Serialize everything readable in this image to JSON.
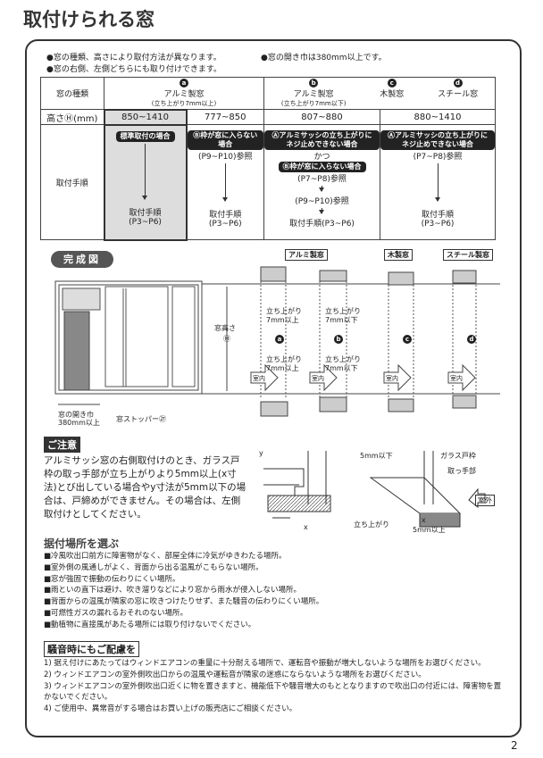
{
  "title": "取付けられる窓",
  "notes": [
    "●窓の種類、高さにより取付方法が異なります。",
    "●窓の右側、左側どちらにも取り付けできます。",
    "●窓の開き巾は380mm以上です。"
  ],
  "table": {
    "row_headers": [
      "窓の種類",
      "高さⒽ(mm)",
      "取付手順"
    ],
    "type_a": {
      "badge": "a",
      "name": "アルミ製窓",
      "sub": "(立ち上がり7mm以上)"
    },
    "type_b": {
      "badge": "b",
      "name": "アルミ製窓",
      "sub": "(立ち上がり7mm以下)"
    },
    "type_c": {
      "badge": "c",
      "name": "木製窓"
    },
    "type_d": {
      "badge": "d",
      "name": "スチール窓"
    },
    "heights": [
      "850~1410",
      "777~850",
      "807~880",
      "880~1410"
    ],
    "col1": {
      "pill": "標準取付の場合",
      "result": "取付手順",
      "pages": "(P3~P6)"
    },
    "col2": {
      "pill": "Ⓑ枠が窓に入らない場合",
      "ref": "(P9~P10)参照",
      "result": "取付手順",
      "pages": "(P3~P6)"
    },
    "col3": {
      "pill1": "Ⓐアルミサッシの立ち上がりにネジ止めできない場合",
      "and": "かつ",
      "pill2": "Ⓑ枠が窓に入らない場合",
      "ref1": "(P7~P8)参照",
      "ref2": "(P9~P10)参照",
      "result": "取付手順(P3~P6)"
    },
    "col4": {
      "pill": "Ⓐアルミサッシの立ち上がりにネジ止めできない場合",
      "ref": "(P7~P8)参照",
      "result": "取付手順",
      "pages": "(P3~P6)"
    }
  },
  "completion": {
    "heading": "完成図",
    "aluminum": "アルミ製窓",
    "wood": "木製窓",
    "steel": "スチール製窓",
    "window_height": "窓高さ",
    "height_symbol": "Ⓗ",
    "opening": "窓の開き巾",
    "opening_value": "380mm以上",
    "stopper": "窓ストッパー㉗",
    "rise": "立ち上がり",
    "over7": "7mm以上",
    "under7": "7mm以下",
    "indoor": "室内",
    "badges": [
      "a",
      "b",
      "c",
      "d"
    ]
  },
  "caution": {
    "heading": "ご注意",
    "text": "アルミサッシ窓の右側取付けのとき、ガラス戸枠の取っ手部が立ち上がりより5mm以上(x寸法)とび出している場合やy寸法が5mm以下の場合は、戸締めができません。その場合は、左側取付けとしてください。",
    "fig": {
      "y": "y",
      "x": "x",
      "under5": "5mm以下",
      "glass": "ガラス戸枠",
      "handle": "取っ手部",
      "outdoor": "室外",
      "rise": "立ち上がり",
      "over5": "5mm以上"
    }
  },
  "location": {
    "heading": "据付場所を選ぶ",
    "items": [
      "■冷風吹出口前方に障害物がなく、部屋全体に冷気がゆきわたる場所。",
      "■室外側の風通しがよく、背面から出る温風がこもらない場所。",
      "■窓が強固で振動の伝わりにくい場所。",
      "■雨といの直下は避け、吹き溜りなどにより窓から雨水が侵入しない場所。",
      "■背面からの温風が隣家の窓に吹きつけたりせず、また騒音の伝わりにくい場所。",
      "■可燃性ガスの漏れるおそれのない場所。",
      "■動植物に直接風があたる場所には取り付けないでください。"
    ]
  },
  "noise": {
    "heading": "騒音時にもご配慮を",
    "items": [
      "1) 据え付けにあたってはウィンドエアコンの重量に十分耐える場所で、運転音や振動が増大しないような場所をお選びください。",
      "2) ウィンドエアコンの室外側吹出口からの温風や運転音が隣家の迷惑にならないような場所をお選びください。",
      "3) ウィンドエアコンの室外側吹出口近くに物を置きますと、機能低下や騒音増大のもととなりますので吹出口の付近には、障害物を置かないでください。",
      "4) ご使用中、異常音がする場合はお買い上げの販売店にご相談ください。"
    ]
  },
  "page_number": "2"
}
